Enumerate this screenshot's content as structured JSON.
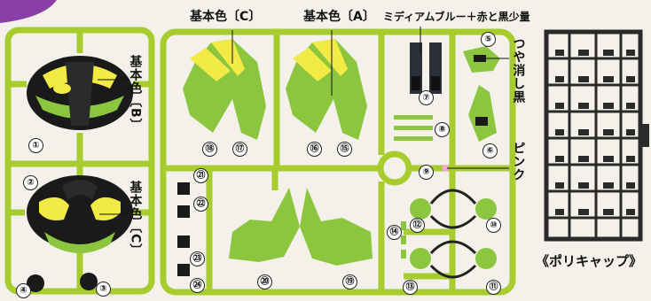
{
  "labels": {
    "kihon_c_top": "基本色〔C〕",
    "kihon_a_top": "基本色〔A〕",
    "medium_blue": "ミディアムブルー＋赤と黒少量",
    "kihon_b_side": "基本色〔B〕",
    "kihon_c_side": "基本色〔C〕",
    "tsuya_keshi_kuro": "つや消し黒",
    "pink": "ピンク",
    "polycap": "《ポリキャップ》"
  },
  "part_numbers": {
    "n1": "①",
    "n2": "②",
    "n3": "③",
    "n4": "④",
    "n5": "⑤",
    "n6": "⑥",
    "n7": "⑦",
    "n8": "⑧",
    "n9": "⑨",
    "n10": "⑩",
    "n11": "⑪",
    "n12": "⑫",
    "n13": "⑬",
    "n14": "⑭",
    "n15": "⑮",
    "n16": "⑯",
    "n17": "⑰",
    "n18": "⑱",
    "n19": "⑲",
    "n20": "⑳",
    "n21": "㉑",
    "n22": "㉒",
    "n23": "㉓",
    "n24": "㉔"
  },
  "colors": {
    "sprue_green": "#a6cc2e",
    "part_green": "#8cc63f",
    "yellow": "#f2ea45",
    "black": "#1a1a1a",
    "runner_bg": "#f4f1ea",
    "pink": "#f5a9c8",
    "purple": "#8a3fa8"
  }
}
